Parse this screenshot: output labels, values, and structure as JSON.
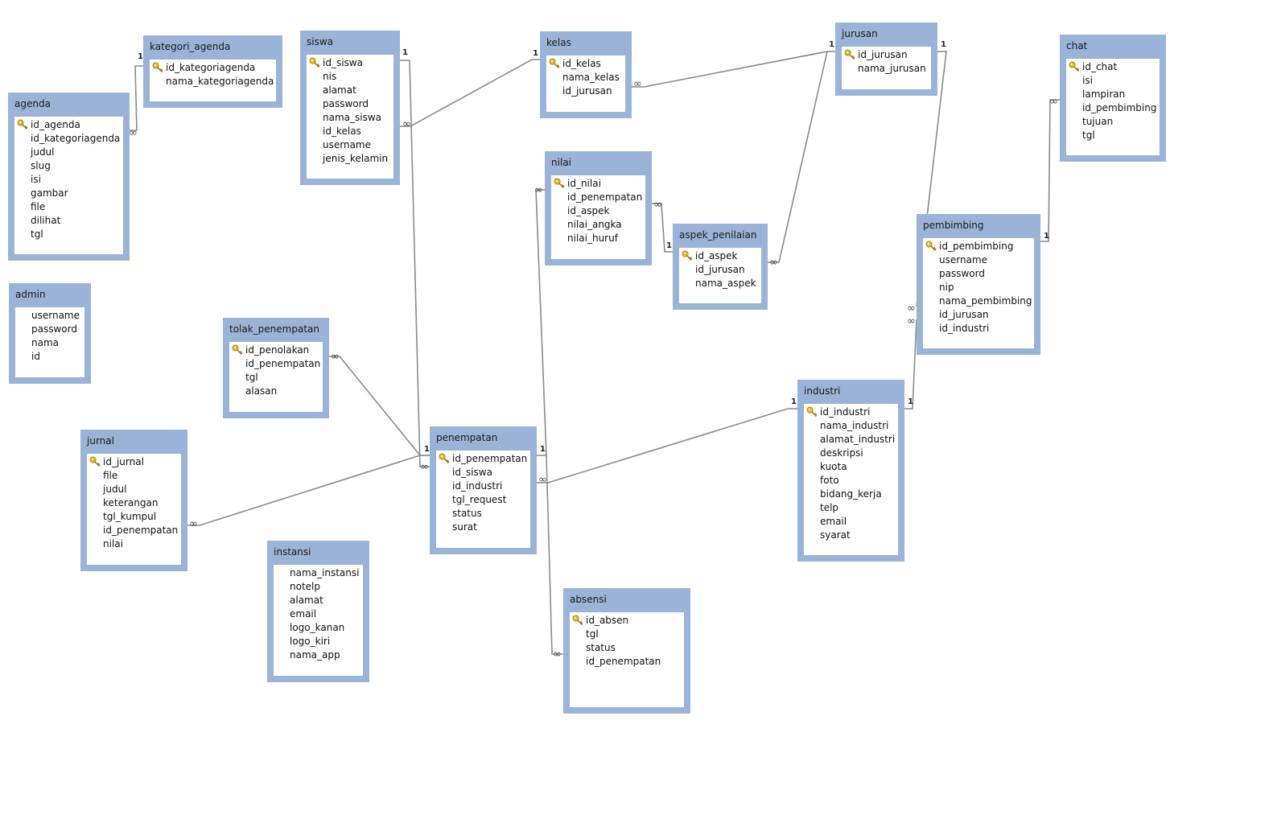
{
  "tables": [
    {
      "id": "kategori_agenda",
      "title": "kategori_agenda",
      "fields": [
        {
          "name": "id_kategoriagenda",
          "pk": true
        },
        {
          "name": "nama_kategoriagenda"
        }
      ]
    },
    {
      "id": "agenda",
      "title": "agenda",
      "fields": [
        {
          "name": "id_agenda",
          "pk": true
        },
        {
          "name": "id_kategoriagenda"
        },
        {
          "name": "judul"
        },
        {
          "name": "slug"
        },
        {
          "name": "isi"
        },
        {
          "name": "gambar"
        },
        {
          "name": "file"
        },
        {
          "name": "dilihat"
        },
        {
          "name": "tgl"
        }
      ]
    },
    {
      "id": "admin",
      "title": "admin",
      "fields": [
        {
          "name": "username"
        },
        {
          "name": "password"
        },
        {
          "name": "nama"
        },
        {
          "name": "id"
        }
      ]
    },
    {
      "id": "siswa",
      "title": "siswa",
      "fields": [
        {
          "name": "id_siswa",
          "pk": true
        },
        {
          "name": "nis"
        },
        {
          "name": "alamat"
        },
        {
          "name": "password"
        },
        {
          "name": "nama_siswa"
        },
        {
          "name": "id_kelas"
        },
        {
          "name": "username"
        },
        {
          "name": "jenis_kelamin"
        }
      ]
    },
    {
      "id": "kelas",
      "title": "kelas",
      "fields": [
        {
          "name": "id_kelas",
          "pk": true
        },
        {
          "name": "nama_kelas"
        },
        {
          "name": "id_jurusan"
        }
      ]
    },
    {
      "id": "jurusan",
      "title": "jurusan",
      "fields": [
        {
          "name": "id_jurusan",
          "pk": true
        },
        {
          "name": "nama_jurusan"
        }
      ]
    },
    {
      "id": "chat",
      "title": "chat",
      "fields": [
        {
          "name": "id_chat",
          "pk": true
        },
        {
          "name": "isi"
        },
        {
          "name": "lampiran"
        },
        {
          "name": "id_pembimbing"
        },
        {
          "name": "tujuan"
        },
        {
          "name": "tgl"
        }
      ]
    },
    {
      "id": "nilai",
      "title": "nilai",
      "fields": [
        {
          "name": "id_nilai",
          "pk": true
        },
        {
          "name": "id_penempatan"
        },
        {
          "name": "id_aspek"
        },
        {
          "name": "nilai_angka"
        },
        {
          "name": "nilai_huruf"
        }
      ]
    },
    {
      "id": "aspek_penilaian",
      "title": "aspek_penilaian",
      "fields": [
        {
          "name": "id_aspek",
          "pk": true
        },
        {
          "name": "id_jurusan"
        },
        {
          "name": "nama_aspek"
        }
      ]
    },
    {
      "id": "pembimbing",
      "title": "pembimbing",
      "fields": [
        {
          "name": "id_pembimbing",
          "pk": true
        },
        {
          "name": "username"
        },
        {
          "name": "password"
        },
        {
          "name": "nip"
        },
        {
          "name": "nama_pembimbing"
        },
        {
          "name": "id_jurusan"
        },
        {
          "name": "id_industri"
        }
      ]
    },
    {
      "id": "tolak_penempatan",
      "title": "tolak_penempatan",
      "fields": [
        {
          "name": "id_penolakan",
          "pk": true
        },
        {
          "name": "id_penempatan"
        },
        {
          "name": "tgl"
        },
        {
          "name": "alasan"
        }
      ]
    },
    {
      "id": "jurnal",
      "title": "jurnal",
      "fields": [
        {
          "name": "id_jurnal",
          "pk": true
        },
        {
          "name": "file"
        },
        {
          "name": "judul"
        },
        {
          "name": "keterangan"
        },
        {
          "name": "tgl_kumpul"
        },
        {
          "name": "id_penempatan"
        },
        {
          "name": "nilai"
        }
      ]
    },
    {
      "id": "penempatan",
      "title": "penempatan",
      "fields": [
        {
          "name": "id_penempatan",
          "pk": true
        },
        {
          "name": "id_siswa"
        },
        {
          "name": "id_industri"
        },
        {
          "name": "tgl_request"
        },
        {
          "name": "status"
        },
        {
          "name": "surat"
        }
      ]
    },
    {
      "id": "instansi",
      "title": "instansi",
      "fields": [
        {
          "name": "nama_instansi"
        },
        {
          "name": "notelp"
        },
        {
          "name": "alamat"
        },
        {
          "name": "email"
        },
        {
          "name": "logo_kanan"
        },
        {
          "name": "logo_kiri"
        },
        {
          "name": "nama_app"
        }
      ]
    },
    {
      "id": "industri",
      "title": "industri",
      "fields": [
        {
          "name": "id_industri",
          "pk": true
        },
        {
          "name": "nama_industri"
        },
        {
          "name": "alamat_industri"
        },
        {
          "name": "deskripsi"
        },
        {
          "name": "kuota"
        },
        {
          "name": "foto"
        },
        {
          "name": "bidang_kerja"
        },
        {
          "name": "telp"
        },
        {
          "name": "email"
        },
        {
          "name": "syarat"
        }
      ]
    },
    {
      "id": "absensi",
      "title": "absensi",
      "fields": [
        {
          "name": "id_absen",
          "pk": true
        },
        {
          "name": "tgl"
        },
        {
          "name": "status"
        },
        {
          "name": "id_penempatan"
        }
      ]
    }
  ],
  "relationships": [
    {
      "from": "kategori_agenda",
      "from_card": "1",
      "to": "agenda",
      "to_card": "∞"
    },
    {
      "from": "kelas",
      "from_card": "1",
      "to": "siswa",
      "to_card": "∞"
    },
    {
      "from": "jurusan",
      "from_card": "1",
      "to": "kelas",
      "to_card": "∞"
    },
    {
      "from": "jurusan",
      "from_card": "1",
      "to": "aspek_penilaian",
      "to_card": "∞"
    },
    {
      "from": "jurusan",
      "from_card": "1",
      "to": "pembimbing",
      "to_card": "∞"
    },
    {
      "from": "industri",
      "from_card": "1",
      "to": "pembimbing",
      "to_card": "∞"
    },
    {
      "from": "pembimbing",
      "from_card": "1",
      "to": "chat",
      "to_card": "∞"
    },
    {
      "from": "aspek_penilaian",
      "from_card": "1",
      "to": "nilai",
      "to_card": "∞"
    },
    {
      "from": "siswa",
      "from_card": "1",
      "to": "penempatan",
      "to_card": "∞"
    },
    {
      "from": "penempatan",
      "from_card": "1",
      "to": "tolak_penempatan",
      "to_card": "∞"
    },
    {
      "from": "penempatan",
      "from_card": "1",
      "to": "jurnal",
      "to_card": "∞"
    },
    {
      "from": "penempatan",
      "from_card": "1",
      "to": "nilai",
      "to_card": "∞"
    },
    {
      "from": "penempatan",
      "from_card": "1",
      "to": "absensi",
      "to_card": "∞"
    },
    {
      "from": "industri",
      "from_card": "1",
      "to": "penempatan",
      "to_card": "∞"
    }
  ],
  "colors": {
    "table_frame": "#9bb3d7",
    "line": "#8a8a8a",
    "key": "#e8b923"
  }
}
